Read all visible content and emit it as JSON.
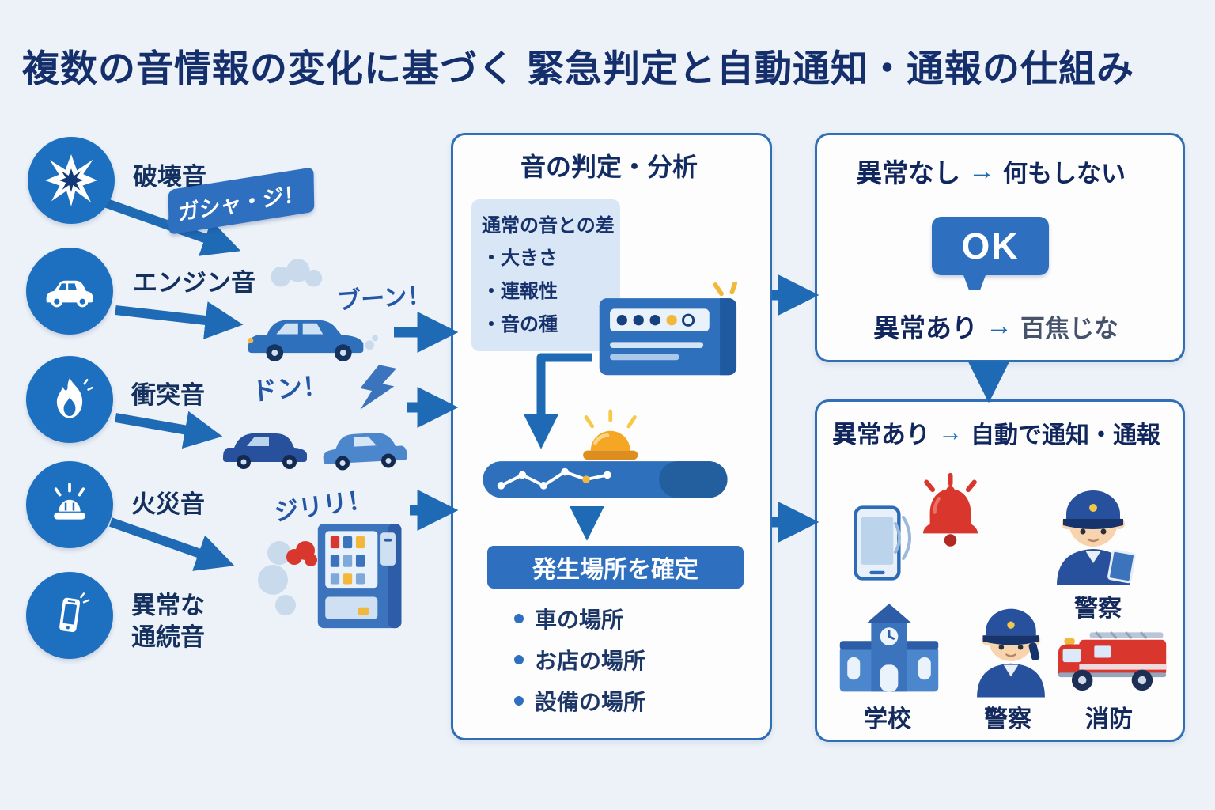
{
  "title": "複数の音情報の変化に基づく 緊急判定と自動通知・通報の仕組み",
  "sources": [
    {
      "label": "破壊音",
      "icon": "explosion-icon",
      "sound": "ガシャ・ジ！"
    },
    {
      "label": "エンジン音",
      "icon": "car-icon",
      "sound": "ブーン！"
    },
    {
      "label": "衝突音",
      "icon": "flame-icon",
      "sound": "ドン！"
    },
    {
      "label": "火災音",
      "icon": "siren-lamp-icon",
      "sound": "ジリリ！"
    },
    {
      "label": "異常な\n通続音",
      "icon": "phone-icon",
      "sound": ""
    }
  ],
  "analysis_panel": {
    "title": "音の判定・分析",
    "criteria_heading": "通常の音との差",
    "criteria_items": [
      "・大きさ",
      "・連報性",
      "・音の種"
    ],
    "location_heading": "発生場所を確定",
    "location_items": [
      "車の場所",
      "お店の場所",
      "設備の場所"
    ]
  },
  "result_panel": {
    "normal_label": "異常なし",
    "normal_arrow": "→",
    "normal_action": "何もしない",
    "ok_label": "OK",
    "abnormal_label": "異常あり",
    "abnormal_arrow": "→",
    "abnormal_action": "百焦じな"
  },
  "notify_panel": {
    "title_label": "異常あり",
    "title_arrow": "→",
    "title_action": "自動で通知・通報",
    "recipients": [
      {
        "label": "警察",
        "icon": "police-officer-icon"
      },
      {
        "label": "学校",
        "icon": "school-icon"
      },
      {
        "label": "警察",
        "icon": "police-officer-icon"
      },
      {
        "label": "消防",
        "icon": "fire-truck-icon"
      }
    ]
  },
  "colors": {
    "background": "#edf2f8",
    "title_text": "#142f6b",
    "primary_blue": "#2e6fc0",
    "dark_navy": "#14305f",
    "panel_border": "#2f6fb5",
    "light_box": "#d8e6f5",
    "alert_red": "#d9372e",
    "siren_yellow": "#f5b722"
  }
}
